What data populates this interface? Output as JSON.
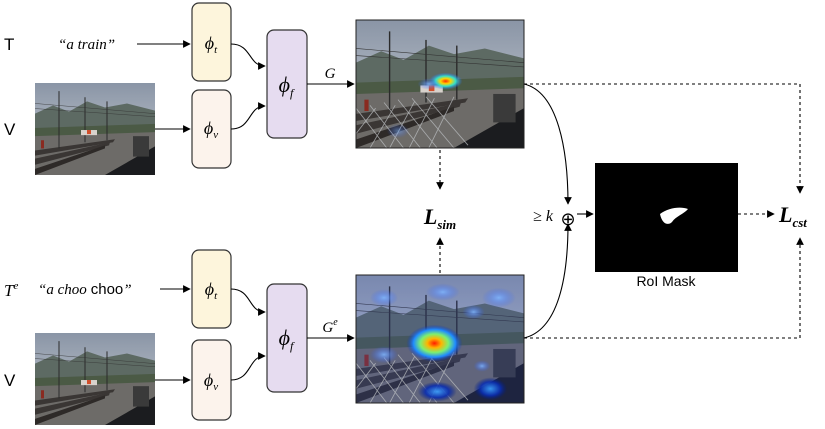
{
  "top": {
    "modality_text": "T",
    "modality_visual": "V",
    "text_prompt": "“a train”",
    "text_encoder": {
      "symbol": "ϕ",
      "subscript": "t"
    },
    "visual_encoder": {
      "symbol": "ϕ",
      "subscript": "v"
    },
    "fusion": {
      "symbol": "ϕ",
      "subscript": "f"
    },
    "output": "G"
  },
  "bottom": {
    "modality_text": "T",
    "modality_text_sup": "e",
    "text_prompt_italic": "“a choo",
    "text_prompt_plain": "choo",
    "text_prompt_close": "”",
    "modality_visual": "V",
    "text_encoder": {
      "symbol": "ϕ",
      "subscript": "t"
    },
    "visual_encoder": {
      "symbol": "ϕ",
      "subscript": "v"
    },
    "fusion": {
      "symbol": "ϕ",
      "subscript": "f"
    },
    "output": "G",
    "output_sup": "e"
  },
  "loss_sim": {
    "symbol": "L",
    "subscript": "sim"
  },
  "loss_cst": {
    "symbol": "L",
    "subscript": "cst"
  },
  "threshold": "≥ k",
  "oplus": "⊕",
  "roi_mask_label": "RoI Mask",
  "colors": {
    "text_encoder_fill": "#fdf5dc",
    "visual_encoder_fill": "#fcf3ec",
    "fusion_fill": "#e6dcf0",
    "box_stroke": "#333333",
    "mask_bg": "#000000"
  }
}
